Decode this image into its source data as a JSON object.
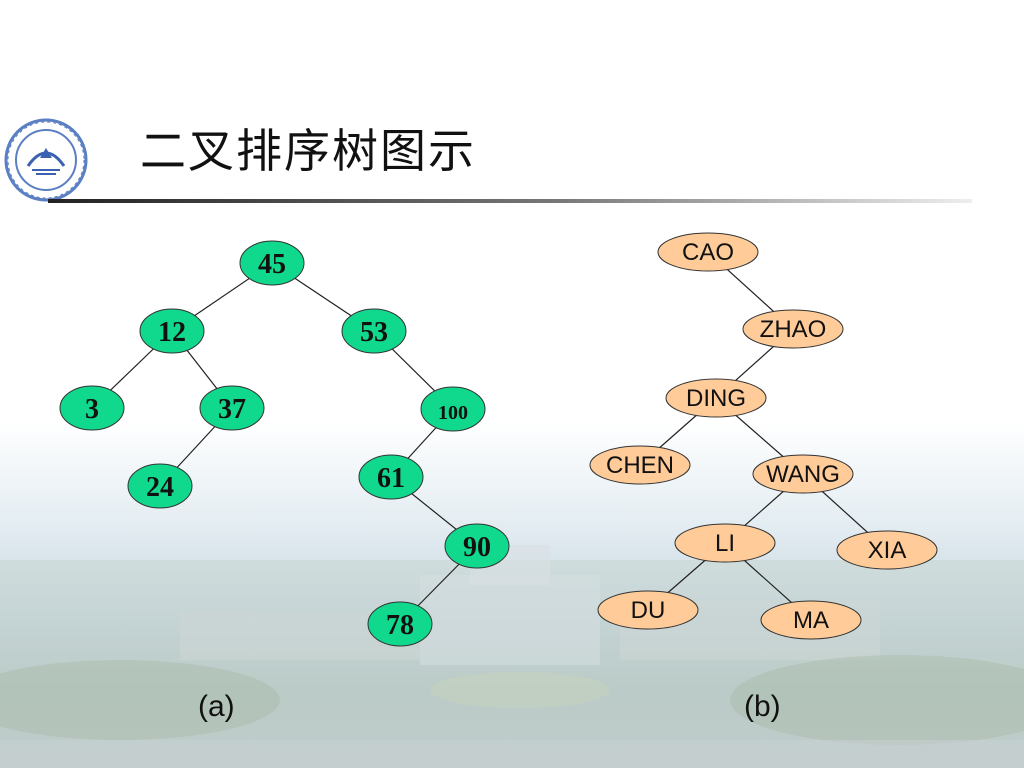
{
  "title": "二叉排序树图示",
  "logo_icon": "university-seal-icon",
  "colors": {
    "num_node": "#10d98e",
    "name_node": "#ffcc99",
    "edge": "#222222"
  },
  "tree_a": {
    "caption": "(a)",
    "nodes": [
      {
        "id": "n45",
        "label": "45",
        "parent": null,
        "side": null
      },
      {
        "id": "n12",
        "label": "12",
        "parent": "n45",
        "side": "left"
      },
      {
        "id": "n53",
        "label": "53",
        "parent": "n45",
        "side": "right"
      },
      {
        "id": "n3",
        "label": "3",
        "parent": "n12",
        "side": "left"
      },
      {
        "id": "n37",
        "label": "37",
        "parent": "n12",
        "side": "right"
      },
      {
        "id": "n24",
        "label": "24",
        "parent": "n37",
        "side": "left"
      },
      {
        "id": "n100",
        "label": "100",
        "parent": "n53",
        "side": "right"
      },
      {
        "id": "n61",
        "label": "61",
        "parent": "n100",
        "side": "left"
      },
      {
        "id": "n90",
        "label": "90",
        "parent": "n61",
        "side": "right"
      },
      {
        "id": "n78",
        "label": "78",
        "parent": "n90",
        "side": "left"
      }
    ]
  },
  "tree_b": {
    "caption": "(b)",
    "nodes": [
      {
        "id": "cao",
        "label": "CAO",
        "parent": null,
        "side": null
      },
      {
        "id": "zhao",
        "label": "ZHAO",
        "parent": "cao",
        "side": "right"
      },
      {
        "id": "ding",
        "label": "DING",
        "parent": "zhao",
        "side": "left"
      },
      {
        "id": "chen",
        "label": "CHEN",
        "parent": "ding",
        "side": "left"
      },
      {
        "id": "wang",
        "label": "WANG",
        "parent": "ding",
        "side": "right"
      },
      {
        "id": "li",
        "label": "LI",
        "parent": "wang",
        "side": "left"
      },
      {
        "id": "xia",
        "label": "XIA",
        "parent": "wang",
        "side": "right"
      },
      {
        "id": "du",
        "label": "DU",
        "parent": "li",
        "side": "left"
      },
      {
        "id": "ma",
        "label": "MA",
        "parent": "li",
        "side": "right"
      }
    ]
  }
}
